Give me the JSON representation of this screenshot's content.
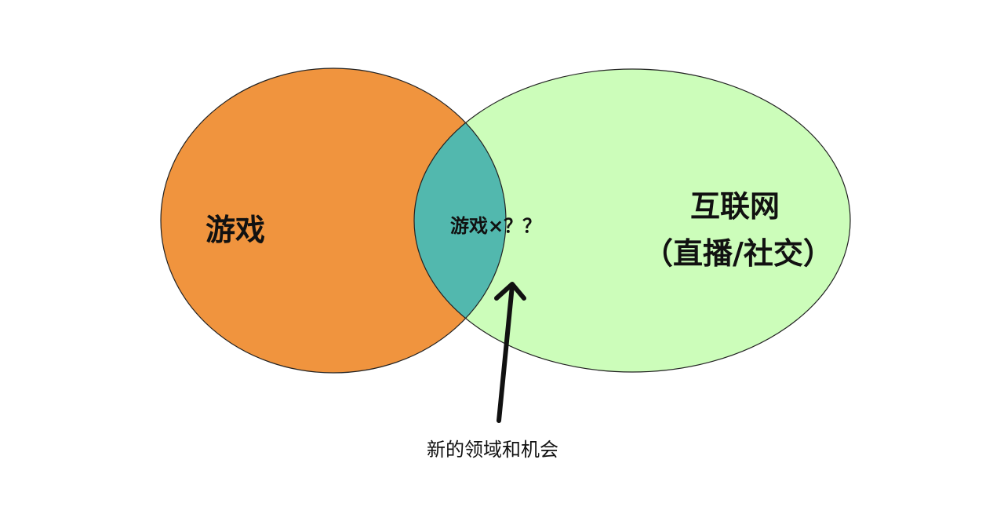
{
  "diagram": {
    "left_set": {
      "label": "游戏",
      "color": "#F0943E"
    },
    "right_set": {
      "label_line1": "互联网",
      "label_line2": "（直播/社交）",
      "color": "#CCFDBA"
    },
    "intersection": {
      "label": "游戏×？？",
      "color": "#52B8AE"
    },
    "annotation": {
      "label": "新的领域和机会"
    }
  }
}
